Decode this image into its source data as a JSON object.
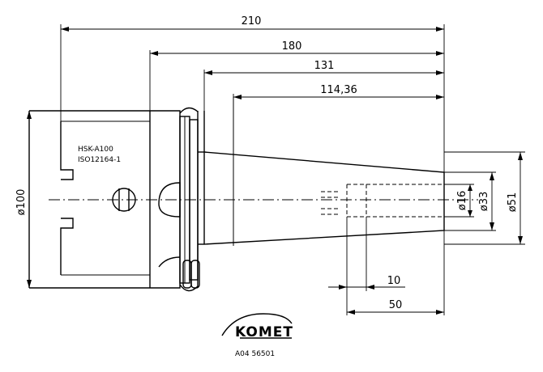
{
  "dimensions": {
    "overall_length": "210",
    "body_length": "180",
    "shank_length": "131",
    "taper_length": "114,36",
    "bore_depth": "10",
    "bore_length": "50",
    "bore_diameter": "ø16",
    "nose_diameter": "ø33",
    "taper_diameter": "ø51",
    "flange_diameter": "ø100"
  },
  "part_marking": {
    "line1": "HSK-A100",
    "line2": "ISO12164-1"
  },
  "logo": {
    "brand": "KOMET",
    "article_number": "A04 56501"
  },
  "colors": {
    "line": "#000000",
    "background": "#ffffff"
  }
}
